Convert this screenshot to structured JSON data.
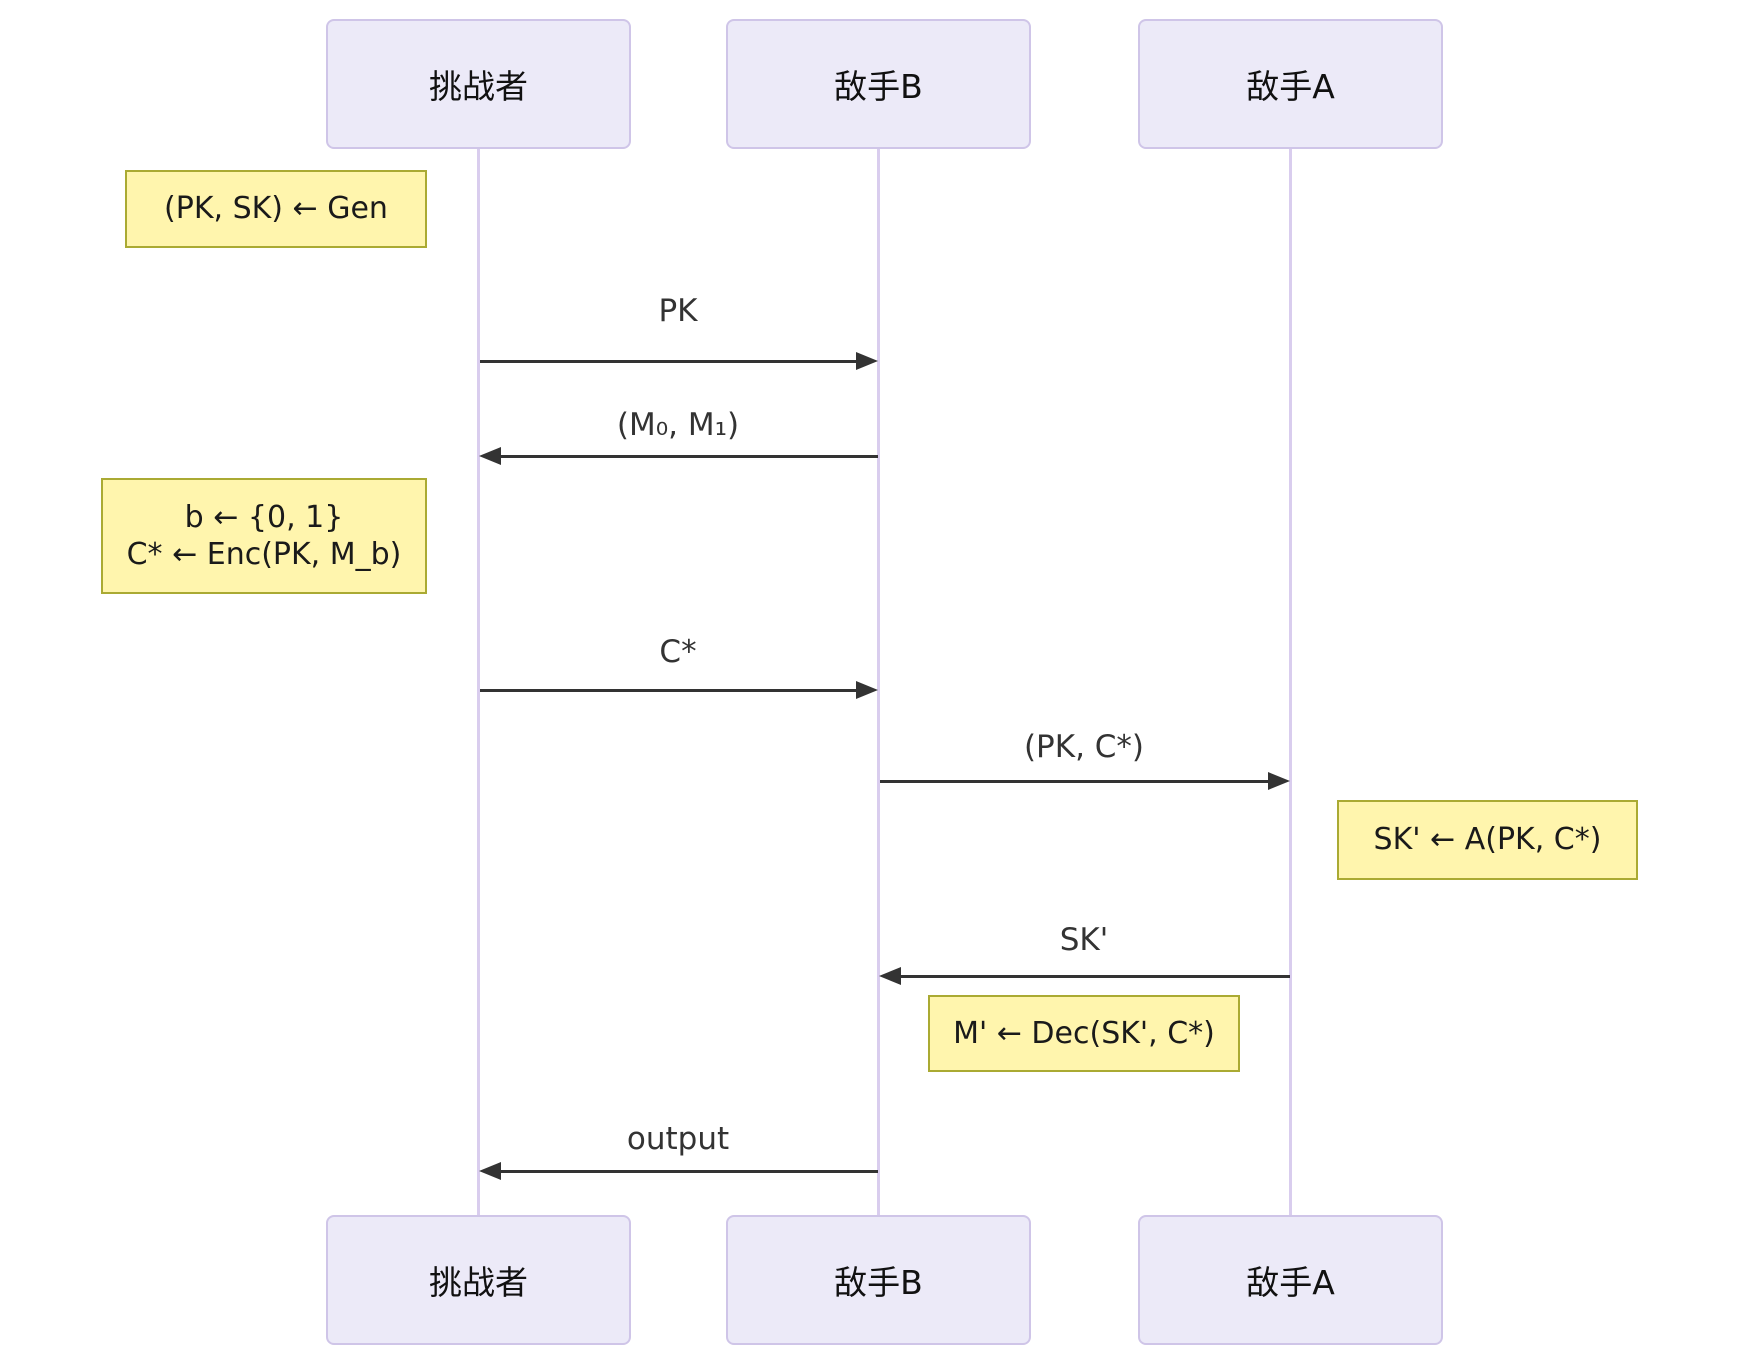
{
  "diagram": {
    "type": "sequence-diagram",
    "background": "#FFFFFF",
    "actors": [
      {
        "id": "challenger",
        "name": "挑战者"
      },
      {
        "id": "adversary-b",
        "name": "敌手B"
      },
      {
        "id": "adversary-a",
        "name": "敌手A"
      }
    ],
    "messages": [
      {
        "label": "PK",
        "from": "挑战者",
        "to": "敌手B",
        "direction": "right"
      },
      {
        "label": "(M₀, M₁)",
        "from": "敌手B",
        "to": "挑战者",
        "direction": "left"
      },
      {
        "label": "C*",
        "from": "挑战者",
        "to": "敌手B",
        "direction": "right"
      },
      {
        "label": "(PK, C*)",
        "from": "敌手B",
        "to": "敌手A",
        "direction": "right"
      },
      {
        "label": "SK'",
        "from": "敌手A",
        "to": "敌手B",
        "direction": "left"
      },
      {
        "label": "output",
        "from": "敌手B",
        "to": "挑战者",
        "direction": "left"
      }
    ],
    "notes": [
      {
        "text": "(PK, SK) ← Gen",
        "position": "left of 挑战者"
      },
      {
        "text": "b ← {0, 1}\nC* ← Enc(PK, M_b)",
        "position": "left of 挑战者"
      },
      {
        "text": "SK' ← A(PK, C*)",
        "position": "right of 敌手A"
      },
      {
        "text": "M' ← Dec(SK', C*)",
        "position": "right of 敌手B"
      }
    ],
    "colors": {
      "actor_fill": "#ECEAF8",
      "actor_border": "#CFC5E8",
      "lifeline": "#D9CDEE",
      "note_fill": "#FFF5AD",
      "note_border": "#AAAA33",
      "arrow": "#333333"
    }
  }
}
